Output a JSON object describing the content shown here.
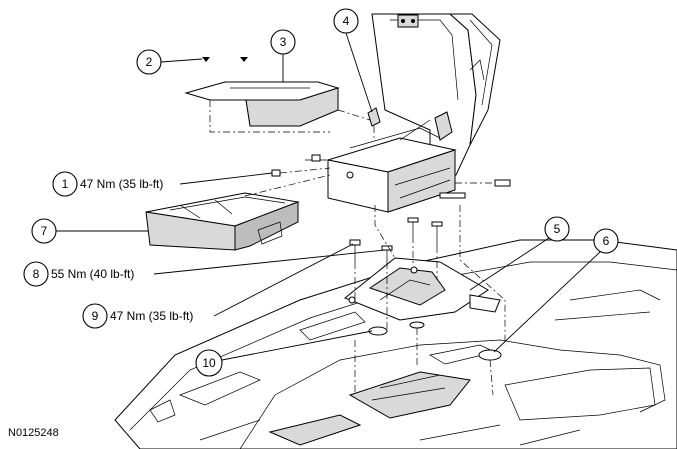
{
  "figure_id": "N0125248",
  "callouts": [
    {
      "number": "1",
      "torque": "47 Nm (35 lb-ft)"
    },
    {
      "number": "2",
      "torque": ""
    },
    {
      "number": "3",
      "torque": ""
    },
    {
      "number": "4",
      "torque": ""
    },
    {
      "number": "5",
      "torque": ""
    },
    {
      "number": "6",
      "torque": ""
    },
    {
      "number": "7",
      "torque": ""
    },
    {
      "number": "8",
      "torque": "55 Nm (40 lb-ft)"
    },
    {
      "number": "9",
      "torque": "47 Nm (35 lb-ft)"
    },
    {
      "number": "10",
      "torque": ""
    }
  ]
}
